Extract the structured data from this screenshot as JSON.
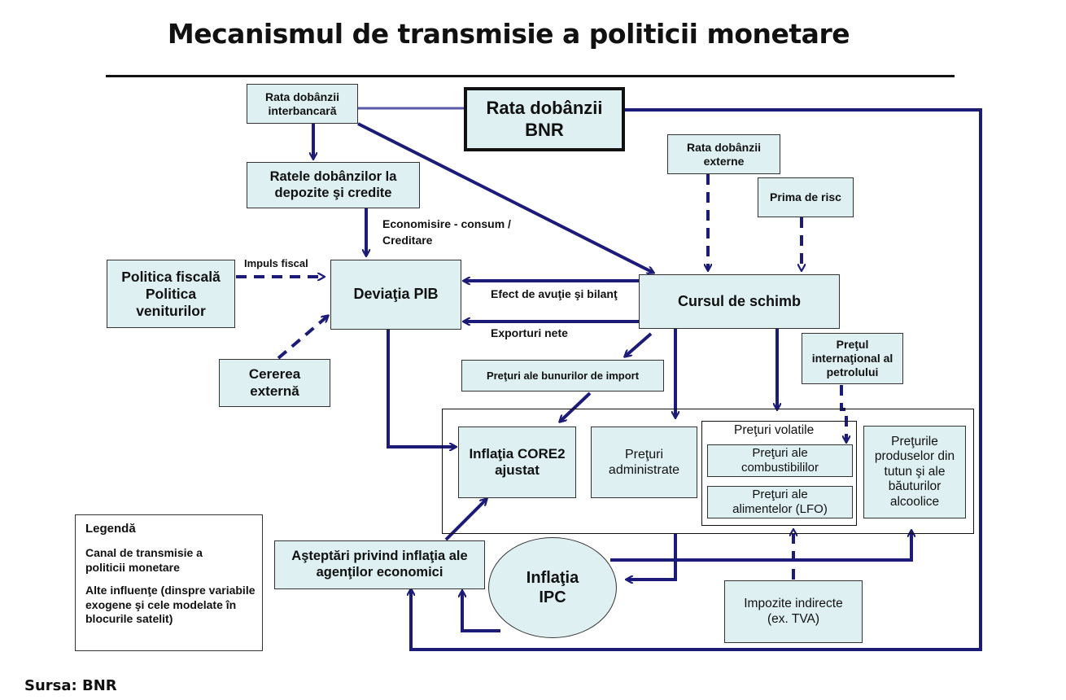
{
  "title": "Mecanismul de transmisie a politicii monetare",
  "boxes": {
    "interbank_rate": "Rata dobânzii interbancară",
    "bnr_rate": "Rata dobânzii BNR",
    "deposit_credit_rates": "Ratele dobânzilor la depozite şi credite",
    "external_rate": "Rata dobânzii externe",
    "risk_premium": "Prima de risc",
    "fiscal_policy": "Politica fiscală Politica veniturilor",
    "gdp_gap": "Deviaţia PIB",
    "exchange_rate": "Cursul de schimb",
    "foreign_demand": "Cererea externă",
    "import_prices": "Preţuri ale bunurilor de import",
    "oil_price": "Preţul internaţional al petrolului",
    "core2_inflation": "Inflaţia CORE2 ajustat",
    "administered_prices": "Preţuri administrate",
    "volatile_prices": "Preţuri volatile",
    "fuel_prices": "Preţuri ale combustibililor",
    "food_prices": "Preţuri ale alimentelor (LFO)",
    "tobacco_alcohol_prices": "Preţurile produselor din tutun şi ale băuturilor alcoolice",
    "inflation_expectations": "Aşteptări privind inflaţia ale agenţilor economici",
    "cpi_inflation": "Inflaţia IPC",
    "indirect_taxes": "Impozite indirecte (ex. TVA)"
  },
  "edge_labels": {
    "savings_consumption": "Economisire - consum / Creditare",
    "fiscal_impulse": "Impuls fiscal",
    "wealth_effect": "Efect de avuţie şi bilanţ",
    "net_exports": "Exporturi nete"
  },
  "legend": {
    "title": "Legendă",
    "transmission_channel": "Canal de transmisie a politicii monetare",
    "other_influences": "Alte influenţe (dinspre variabile exogene şi cele modelate în blocurile satelit)"
  },
  "source": "Sursa: BNR",
  "colors": {
    "arrow": "#1c1c78",
    "box_fill": "#dff0f2",
    "bnr_link": "#5a5aa8"
  }
}
